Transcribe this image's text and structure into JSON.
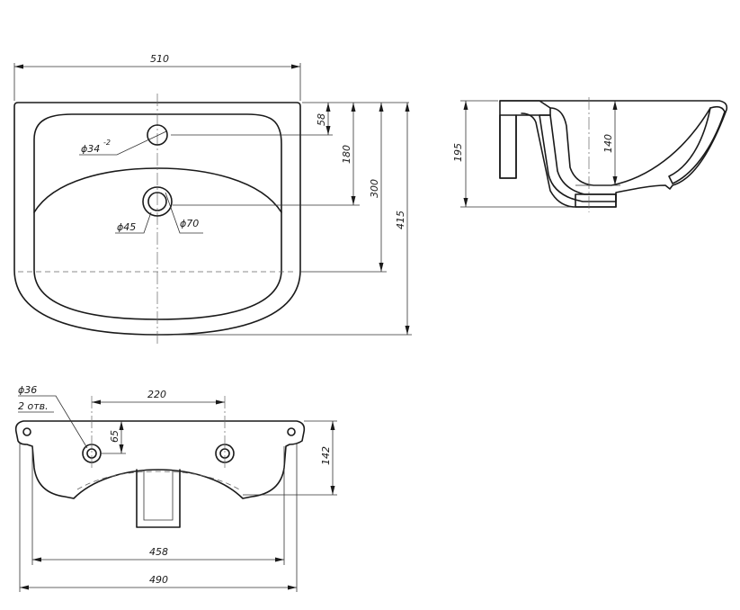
{
  "top_view": {
    "overall_width": "510",
    "depth_total": "415",
    "depth_300": "300",
    "depth_180": "180",
    "depth_58": "58",
    "tap_hole": "ϕ34",
    "tap_hole_tol": "-2",
    "drain_inner": "ϕ45",
    "drain_outer": "ϕ70"
  },
  "side_view": {
    "height": "195",
    "bowl_depth": "140"
  },
  "back_view": {
    "mount_holes_diameter": "ϕ36",
    "mount_holes_count": "2 отв.",
    "mount_spacing": "220",
    "hole_offset": "65",
    "height": "142",
    "width_inner": "458",
    "width_outer": "490"
  },
  "colors": {
    "line": "#1a1a1a",
    "background": "#ffffff"
  }
}
